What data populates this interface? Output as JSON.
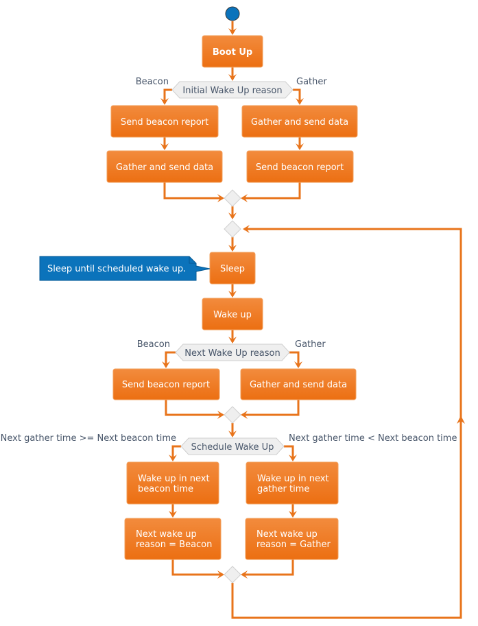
{
  "colors": {
    "action_fill": "#EF7A22",
    "action_stroke": "#F2A05E",
    "edge": "#E8741B",
    "decision_fill": "#EFEFEF",
    "decision_stroke": "#CFCFCF",
    "decision_text": "#475569",
    "note_fill": "#0B73BB",
    "note_stroke": "#065A94",
    "start_fill": "#0B73BB"
  },
  "nodes": {
    "boot_up": "Boot Up",
    "initial_reason": "Initial Wake Up reason",
    "init_beacon_label": "Beacon",
    "init_gather_label": "Gather",
    "init_left_1": "Send beacon report",
    "init_left_2": "Gather and send data",
    "init_right_1": "Gather and send data",
    "init_right_2": "Send beacon report",
    "sleep": "Sleep",
    "sleep_note": "Sleep until scheduled wake up.",
    "wake_up": "Wake up",
    "next_reason": "Next Wake Up reason",
    "next_beacon_label": "Beacon",
    "next_gather_label": "Gather",
    "next_left": "Send beacon report",
    "next_right": "Gather and send data",
    "schedule": "Schedule Wake Up",
    "sched_left_label": "Next gather time >= Next beacon time",
    "sched_right_label": "Next gather time < Next beacon time",
    "sched_left_1_line1": "Wake up in next",
    "sched_left_1_line2": "beacon time",
    "sched_left_2_line1": "Next wake up",
    "sched_left_2_line2": "reason = Beacon",
    "sched_right_1_line1": "Wake up in next",
    "sched_right_1_line2": "gather time",
    "sched_right_2_line1": "Next wake up",
    "sched_right_2_line2": "reason = Gather"
  }
}
